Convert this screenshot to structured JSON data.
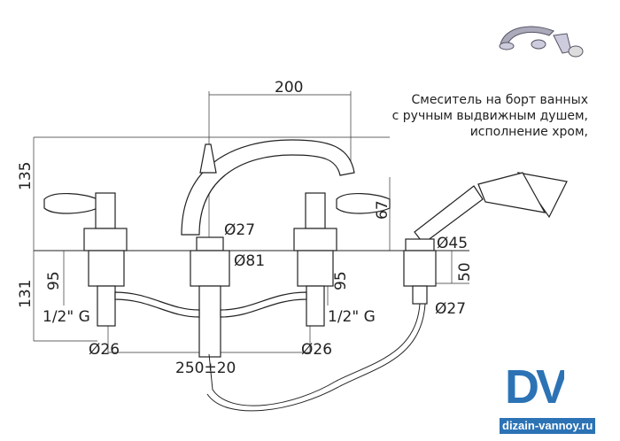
{
  "description": {
    "line1": "Смеситель на борт ванных",
    "line2": "с ручным выдвижным душем,",
    "line3": "исполнение хром,"
  },
  "dimensions": {
    "spout_reach": "200",
    "height_total": "135",
    "height_below": "131",
    "left_shank": "95",
    "right_shank": "95",
    "spout_height": "67",
    "spout_base_diam": "Ø27",
    "base_diam": "Ø81",
    "shower_base_diam": "Ø45",
    "shower_shank": "50",
    "shower_hose_diam": "Ø27",
    "thread_left": "1/2\" G",
    "thread_right": "1/2\" G",
    "pipe_left": "Ø26",
    "pipe_right": "Ø26",
    "spacing": "250±20"
  },
  "logo": {
    "mark": "DV",
    "url": "dizain-vannoy.ru"
  }
}
